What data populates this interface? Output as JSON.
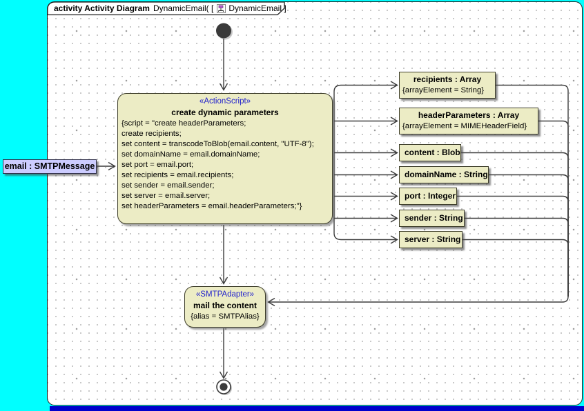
{
  "frame": {
    "title_bold": "activity Activity Diagram",
    "title_pre": "DynamicEmail( [",
    "title_post": "DynamicEmail ]",
    "icon": "activity-diagram-icon"
  },
  "colors": {
    "canvas": "#00FFFF",
    "frame_background": "#FFFFFF",
    "node_fill": "#ECECC5",
    "parameter_fill": "#CCCCFF",
    "stereotype_text": "#2222CC",
    "edge": "#3C3C3C",
    "bottom_bar": "#0000CC"
  },
  "nodes": {
    "initial": {
      "kind": "initial-node"
    },
    "create_action": {
      "stereotype": "«ActionScript»",
      "name": "create dynamic parameters",
      "script_lines": [
        "{script = \"create headerParameters;",
        "create recipients;",
        "set content = transcodeToBlob(email.content, \"UTF-8\");",
        "set domainName = email.domainName;",
        "set port = email.port;",
        "set recipients = email.recipients;",
        "set sender = email.sender;",
        "set server = email.server;",
        "set headerParameters = email.headerParameters;\"}"
      ]
    },
    "email_param": {
      "label": "email : SMTPMessage"
    },
    "pins": [
      {
        "name": "recipients : Array",
        "constraint": "{arrayElement = String}"
      },
      {
        "name": "headerParameters : Array",
        "constraint": "{arrayElement = MIMEHeaderField}"
      },
      {
        "name": "content : Blob"
      },
      {
        "name": "domainName : String"
      },
      {
        "name": "port : Integer"
      },
      {
        "name": "sender : String"
      },
      {
        "name": "server : String"
      }
    ],
    "mail_action": {
      "stereotype": "«SMTPAdapter»",
      "name": "mail the content",
      "constraint": "{alias = SMTPAlias}"
    },
    "final": {
      "kind": "activity-final-node"
    }
  }
}
